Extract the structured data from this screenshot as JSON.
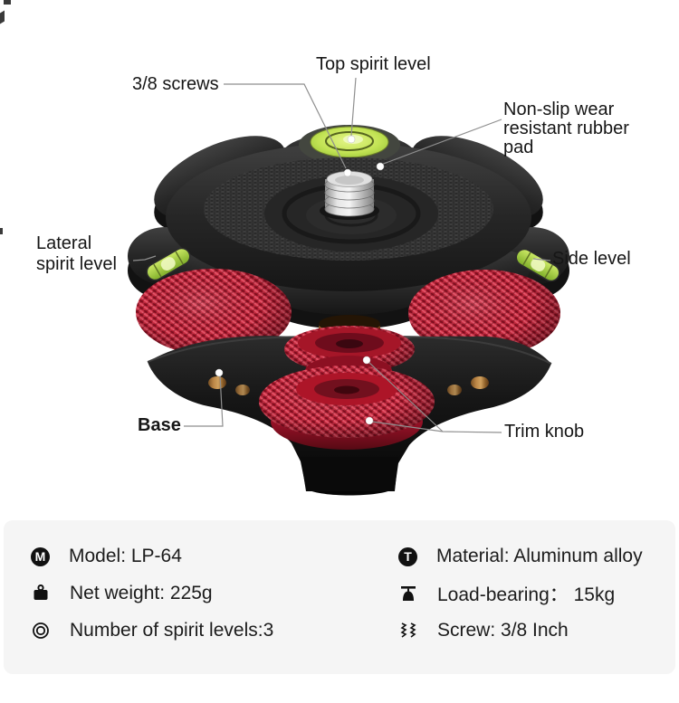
{
  "callouts": [
    {
      "id": "top-spirit-level",
      "label": "Top spirit level"
    },
    {
      "id": "three-eighth-screws",
      "label": "3/8 screws"
    },
    {
      "id": "non-slip-pad",
      "label": "Non-slip wear resistant rubber pad"
    },
    {
      "id": "lateral-spirit-level",
      "label": "Lateral spirit level"
    },
    {
      "id": "side-level",
      "label": "Side level"
    },
    {
      "id": "base",
      "label": "Base"
    },
    {
      "id": "trim-knob",
      "label": "Trim knob"
    }
  ],
  "specs": {
    "panel_background": "#f5f5f5",
    "items": [
      {
        "icon": "m-badge-icon",
        "icon_letter": "M",
        "text": "Model: LP-64"
      },
      {
        "icon": "t-badge-icon",
        "icon_letter": "T",
        "text": "Material: Aluminum alloy"
      },
      {
        "icon": "weight-icon",
        "text": "Net weight: 225g"
      },
      {
        "icon": "scale-icon",
        "text": "Load-bearing： 15kg"
      },
      {
        "icon": "spirit-level-icon",
        "text": "Number of spirit levels:3"
      },
      {
        "icon": "spring-screw-icon",
        "text": "Screw: 3/8 Inch"
      }
    ]
  },
  "colors": {
    "knob_red": "#c32134",
    "level_green": "#b5d94d",
    "body_black": "#1f1f1f",
    "screw_silver": "#d6d6d6",
    "brass": "#c8853e",
    "callout_line": "#8f8f8f"
  }
}
